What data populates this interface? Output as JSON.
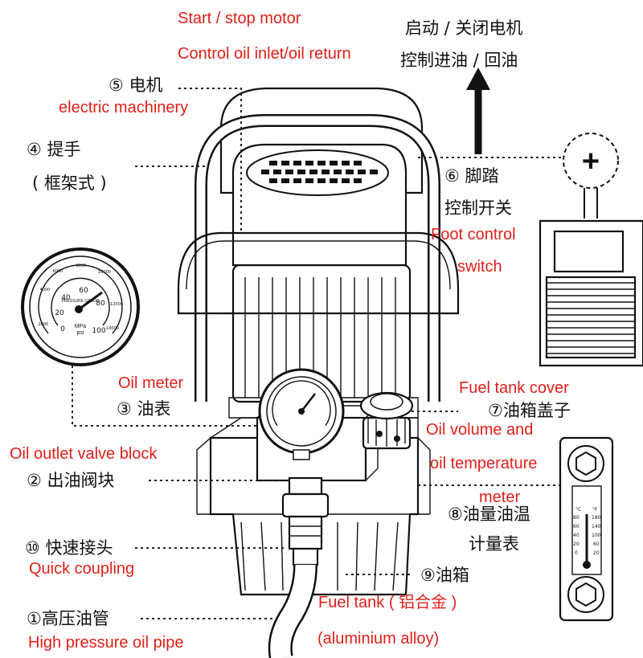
{
  "labels": {
    "motor_action_en_1": "Start / stop motor",
    "motor_action_en_2": "Control oil inlet/oil return",
    "motor_action_zh_1": "启动 / 关闭电机",
    "motor_action_zh_2": "控制进油 / 回油",
    "motor_zh": "⑤ 电机",
    "motor_en": "electric machinery",
    "handle_zh": "④ 提手",
    "handle_frame_zh": "( 框架式 )",
    "pedal_zh_1": "⑥ 脚踏",
    "pedal_zh_2": "控制开关",
    "pedal_en_1": "Foot control",
    "pedal_en_2": "switch",
    "gauge_en": "Oil meter",
    "gauge_zh": "③ 油表",
    "tank_cover_en": "Fuel tank cover",
    "tank_cover_zh": "⑦油箱盖子",
    "valve_en": "Oil outlet valve block",
    "valve_zh": "② 出油阀块",
    "level_en_1": "Oil volume and",
    "level_en_2": "oil temperature",
    "level_en_3": "meter",
    "level_zh_1": "⑧油量油温",
    "level_zh_2": "计量表",
    "coupling_zh": "⑩ 快速接头",
    "coupling_en": "Quick coupling",
    "tank_zh": "⑨油箱",
    "tank_en_1": "Fuel tank ( 铝合金 )",
    "tank_en_2": "(aluminium alloy)",
    "hose_zh": "①高压油管",
    "hose_en": "High pressure oil pipe"
  },
  "gauge_face": {
    "caption": "PRESSURE GAUGE",
    "unit_1": "MPa",
    "unit_2": "psi",
    "inner_ticks": [
      "0",
      "20",
      "40",
      "60",
      "80",
      "100"
    ],
    "outer_ticks": [
      "2000",
      "4000",
      "6000",
      "8000",
      "10000",
      "12000",
      "14000"
    ],
    "lower_left": "0"
  },
  "level_meter": {
    "celsius_label": "°C",
    "fahrenheit_label": "°F",
    "celsius_ticks": [
      "80",
      "60",
      "40",
      "20",
      "0"
    ],
    "fahrenheit_ticks": [
      "180",
      "140",
      "100",
      "60",
      "20"
    ]
  },
  "pedal_symbol": "+",
  "colors": {
    "english_label": "#e0201a",
    "chinese_label": "#111111",
    "line_art": "#111111"
  }
}
